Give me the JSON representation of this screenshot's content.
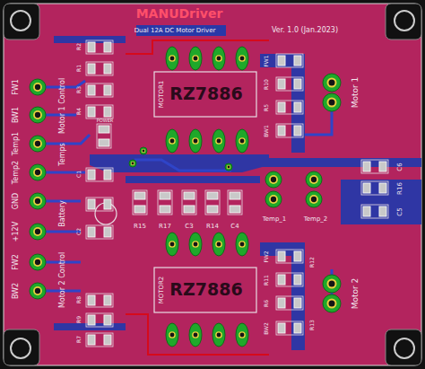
{
  "diagram": {
    "title": "MANUDriver",
    "labels": [
      "Dual 12A DC Motor Driver",
      "Ver. 1.0 (Jan.2023)",
      "RZ7886",
      "MOTOR1",
      "RZ7886",
      "MOTOR2",
      "Motor 1",
      "Motor 2",
      "FW1",
      "BW1",
      "Temp1",
      "Temp2",
      "GND",
      "+12V",
      "FW2",
      "BW2",
      "Motor 1 Control",
      "Temps",
      "Battery",
      "Motor 2 Control",
      "POWER",
      "R2",
      "R1",
      "R3",
      "R4",
      "C1",
      "C2",
      "R8",
      "R9",
      "R7",
      "R15",
      "R17",
      "C3",
      "R14",
      "C4",
      "FW1",
      "R10",
      "R5",
      "BW1",
      "FW2",
      "R11",
      "R6",
      "BW2",
      "Temp_1",
      "Temp_2",
      "C6",
      "R16",
      "C5",
      "R12",
      "R13"
    ]
  }
}
